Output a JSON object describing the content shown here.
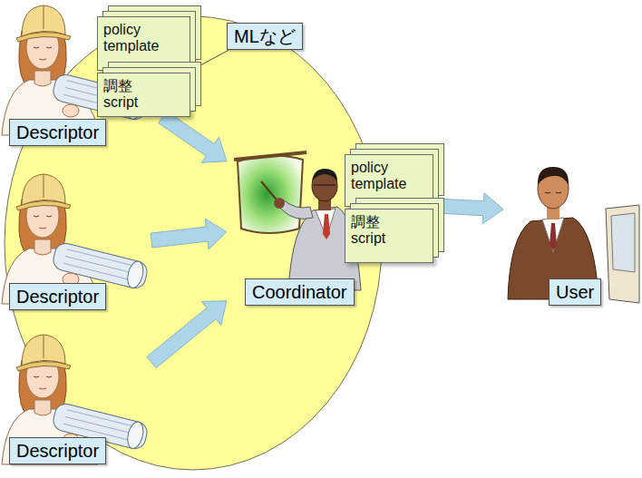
{
  "diagram": {
    "nodes": [
      {
        "text": [
          "policy template"
        ]
      },
      {
        "text": [
          "調整 script"
        ]
      },
      {
        "text": [
          "MLなど"
        ]
      },
      {
        "text": [
          "Descriptor"
        ]
      },
      {
        "text": [
          "Descriptor"
        ]
      },
      {
        "text": [
          "Descriptor"
        ]
      },
      {
        "text": [
          "Coordinator"
        ]
      },
      {
        "text": [
          "policy template"
        ]
      },
      {
        "text": [
          "調整 script"
        ]
      },
      {
        "text": [
          "User"
        ]
      }
    ],
    "edges": [
      {
        "from": 2,
        "to": 0,
        "arrow": "none"
      },
      {
        "from": 1,
        "to": 6,
        "arrow": "to"
      },
      {
        "from": 4,
        "to": 6,
        "arrow": "to"
      },
      {
        "from": 5,
        "to": 6,
        "arrow": "to"
      },
      {
        "from": 7,
        "to": 9,
        "arrow": "to"
      }
    ]
  }
}
